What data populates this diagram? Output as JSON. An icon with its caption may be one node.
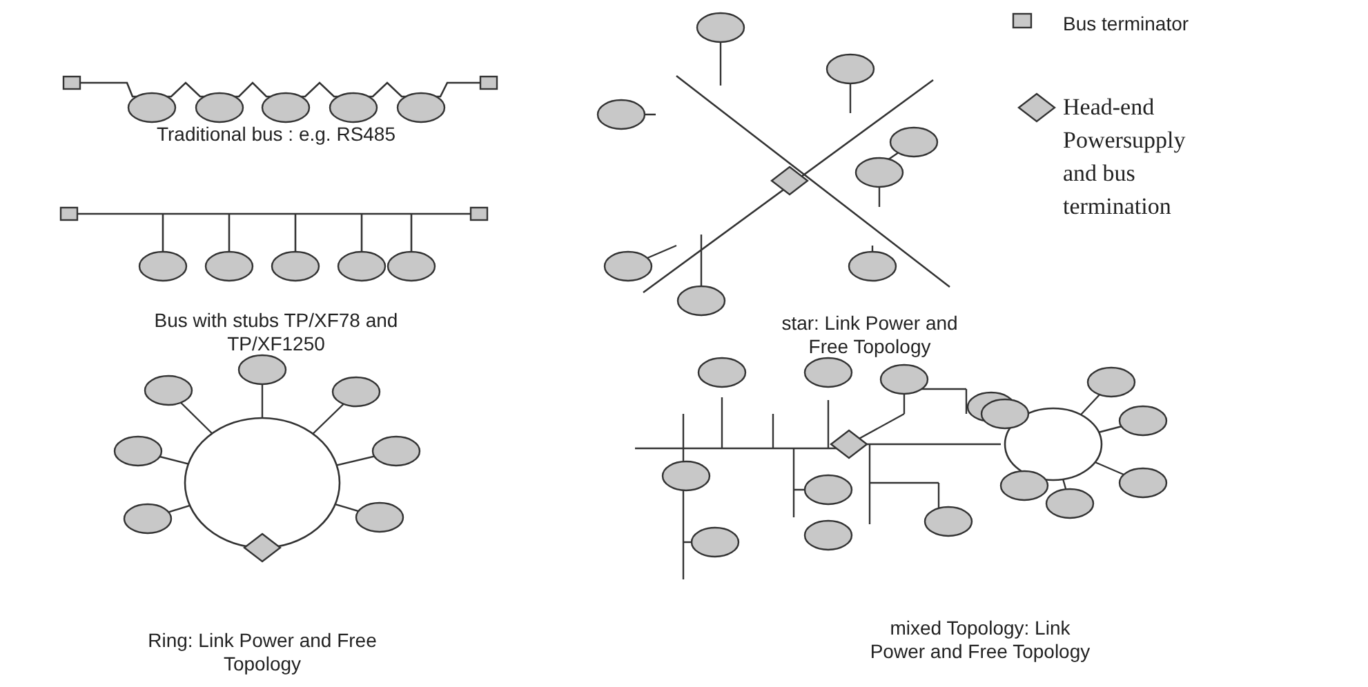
{
  "diagram": {
    "labels": [
      "Traditional bus : e.g. RS485",
      "Bus with stubs TP/XF78 and TP/XF1250",
      "star: Link Power and Free Topology",
      "Ring: Link Power and Free Topology",
      "mixed Topology: Link Power and Free Topology"
    ],
    "legend": [
      {
        "text": "Bus terminator"
      },
      {
        "text": "Head-end Powersupply and bus termination"
      }
    ]
  }
}
